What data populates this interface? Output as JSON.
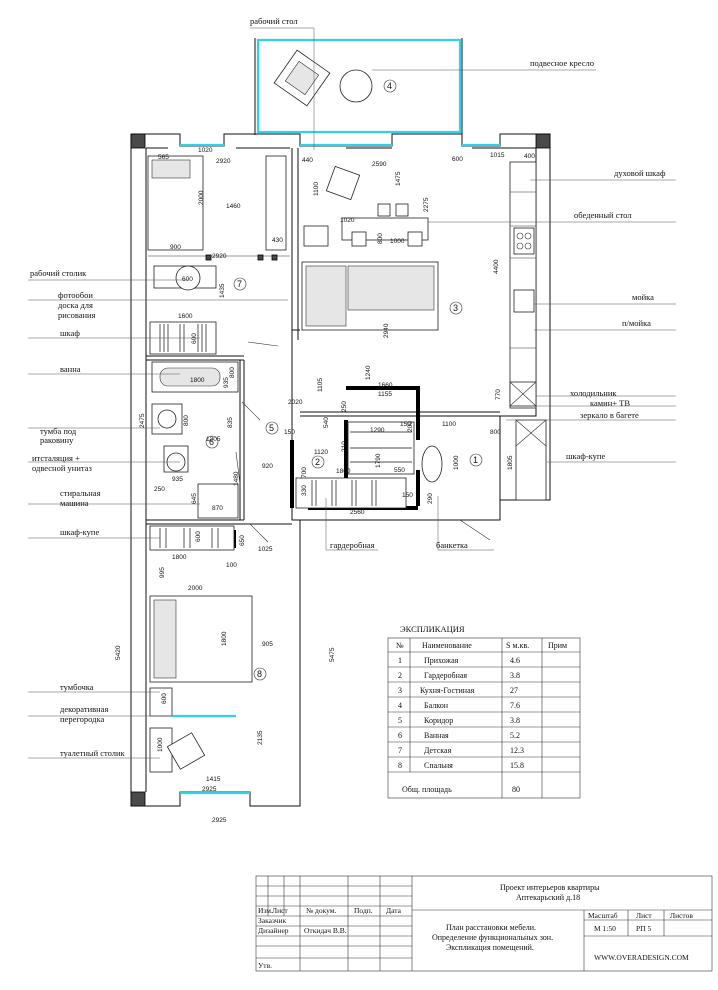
{
  "labels": {
    "desk": "рабочий стол",
    "hanging_chair": "подвесное кресло",
    "oven": "духовой шкаф",
    "dining_table": "обеденный стол",
    "sink": "мойка",
    "dishwasher": "п/мойка",
    "fridge": "холодильник",
    "fireplace_tv": "камин+ ТВ",
    "mirror": "зеркало в багете",
    "wardrobe_right": "шкаф-купе",
    "bench": "банкетка",
    "dressing": "гардеробная",
    "work_table": "рабочий столик",
    "photo_wallpaper_1": "фотообои",
    "photo_wallpaper_2": "доска для",
    "photo_wallpaper_3": "рисования",
    "cabinet": "шкаф",
    "bath": "ванна",
    "vanity_1": "тумба под",
    "vanity_2": "раковину",
    "toilet_1": "итсталяция +",
    "toilet_2": "одвесной унитаз",
    "washer_1": "стиральная",
    "washer_2": "машина",
    "wardrobe_left": "шкаф-купе",
    "nightstand": "тумбочка",
    "partition_1": "декоративная",
    "partition_2": "перегородка",
    "dressing_table": "туалетный столик"
  },
  "rooms": [
    "1",
    "2",
    "3",
    "4",
    "5",
    "6",
    "7",
    "8"
  ],
  "dims": {
    "d565": "565",
    "d1020a": "1020",
    "d2920a": "2920",
    "d440": "440",
    "d2590": "2590",
    "d600a": "600",
    "d1015": "1015",
    "d400": "400",
    "d2000a": "2000",
    "d1460": "1460",
    "d430": "430",
    "d900": "900",
    "d1100a": "1100",
    "d1475": "1475",
    "d2275": "2275",
    "d1020b": "1020",
    "d800a": "800",
    "d1000a": "1000",
    "d4400": "4400",
    "d2920b": "2920",
    "d600b": "600",
    "d1435": "1435",
    "d1600": "1600",
    "d600c": "600",
    "d2940": "2940",
    "d1800a": "1800",
    "d800b": "800",
    "d935a": "935",
    "d1105": "1105",
    "d1240": "1240",
    "d1660": "1660",
    "d1155": "1155",
    "d2020": "2020",
    "d770": "770",
    "d800c": "800",
    "d1100b": "1100",
    "d2475": "2475",
    "d800d": "800",
    "d835": "835",
    "d150a": "150",
    "d540": "540",
    "d250a": "250",
    "d1290": "1290",
    "d150b": "150",
    "d200a": "200",
    "d1205": "1205",
    "d1120": "1120",
    "d210": "210",
    "d1790": "1790",
    "d1000b": "1000",
    "d920": "920",
    "d1860": "1860",
    "d550": "550",
    "d1805": "1805",
    "d935b": "935",
    "d1480": "1480",
    "d645": "645",
    "d250b": "250",
    "d870": "870",
    "d700": "700",
    "d330": "330",
    "d2560": "2560",
    "d150c": "150",
    "d290": "290",
    "d600d": "600",
    "d650": "650",
    "d1800b": "1800",
    "d1025": "1025",
    "d100": "100",
    "d995": "995",
    "d2000b": "2000",
    "d1800c": "1800",
    "d905": "905",
    "d5420": "5420",
    "d5475": "5475",
    "d600e": "600",
    "d1000c": "1000",
    "d2135": "2135",
    "d1415": "1415",
    "d2925a": "2925",
    "d2925b": "2925"
  },
  "explication": {
    "title": "ЭКСПЛИКАЦИЯ",
    "headers": [
      "№",
      "Наименование",
      "S м.кв.",
      "Прим"
    ],
    "rows": [
      [
        "1",
        "Прихожая",
        "4.6"
      ],
      [
        "2",
        "Гардеробная",
        "3.8"
      ],
      [
        "3",
        "Кухня-Гостиная",
        "27"
      ],
      [
        "4",
        "Балкон",
        "7.6"
      ],
      [
        "5",
        "Коридор",
        "3.8"
      ],
      [
        "6",
        "Ванная",
        "5.2"
      ],
      [
        "7",
        "Детская",
        "12.3"
      ],
      [
        "8",
        "Спальня",
        "15.8"
      ]
    ],
    "total_label": "Общ. площадь",
    "total_value": "80"
  },
  "title_block": {
    "project_1": "Проект интерьеров квартиры",
    "project_2": "Аптекарьский д.18",
    "col_izm": "Изм.",
    "col_list": "Лист",
    "col_doc": "№ докум.",
    "col_sign": "Подп.",
    "col_date": "Дата",
    "customer": "Заказчик",
    "designer": "Дизайнер",
    "designer_name": "Откидач В.В.",
    "approved": "Утв.",
    "sheet_title_1": "План расстановки мебели.",
    "sheet_title_2": "Определение функциональных зон.",
    "sheet_title_3": "Экспликация помещений.",
    "scale_label": "Масштаб",
    "sheet_label": "Лист",
    "sheets_label": "Листов",
    "scale_value": "М 1:50",
    "sheet_value": "РП 5",
    "website": "WWW.OVERADESIGN.COM"
  }
}
